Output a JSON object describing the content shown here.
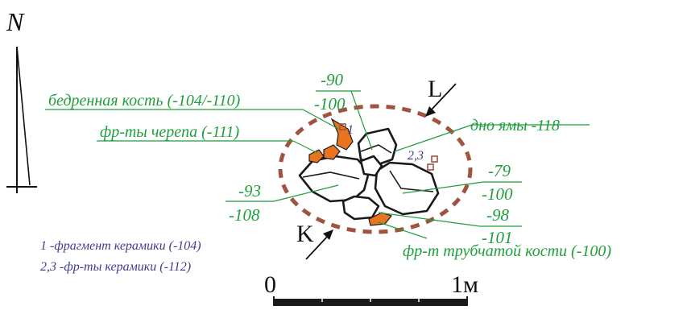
{
  "north_label": "N",
  "labels": {
    "femur": "бедренная кость (-104/-110)",
    "skull_fragments": "фр-ты черепа (-111)",
    "pit_bottom": "дно ямы -118",
    "tubular_bone": "фр-т трубчатой кости (-100)",
    "find_1": "1",
    "find_23": "2,3"
  },
  "depths": {
    "top_upper": "-90",
    "top_lower": "-100",
    "left_upper": "-93",
    "left_lower": "-108",
    "right1_upper": "-79",
    "right1_lower": "-100",
    "right2_upper": "-98",
    "right2_lower": "-101"
  },
  "section_marks": {
    "k": "K",
    "l": "L"
  },
  "legend": {
    "line1": "1 -фрагмент керамики (-104)",
    "line2": "2,3 -фр-ты керамики (-112)"
  },
  "scale": {
    "start": "0",
    "end": "1м"
  },
  "colors": {
    "label_green": "#1f9e3c",
    "legend_blue": "#3f3c8c",
    "bone_orange": "#e8741e",
    "pit_outline": "#a0533f"
  }
}
